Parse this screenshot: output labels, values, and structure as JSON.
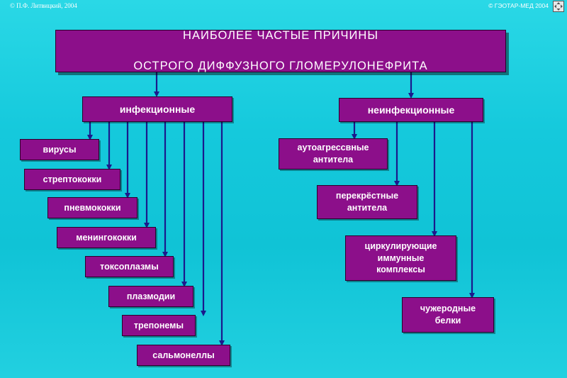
{
  "header": {
    "copyright_left": "© П.Ф. Литвицкий, 2004",
    "copyright_right": "© ГЭОТАР-МЕД 2004",
    "nav_icon": "four-arrows-icon"
  },
  "title": {
    "line1": "НАИБОЛЕЕ ЧАСТЫЕ ПРИЧИНЫ",
    "line2": "ОСТРОГО ДИФФУЗНОГО ГЛОМЕРУЛОНЕФРИТА"
  },
  "infectious": {
    "label": "инфекционные",
    "items": [
      "вирусы",
      "стрептококки",
      "пневмококки",
      "менингококки",
      "токсоплазмы",
      "плазмодии",
      "трепонемы",
      "сальмонеллы"
    ]
  },
  "noninfectious": {
    "label": "неинфекционные",
    "items": [
      "аутоагрессвные\nантитела",
      "перекрёстные\nантитела",
      "циркулирующие\nиммунные\nкомплексы",
      "чужеродные\nбелки"
    ]
  },
  "colors": {
    "box_fill": "#8c0f8a",
    "box_text": "#ffffff",
    "arrow": "#1a1a8c",
    "background": "#15c9dc"
  }
}
